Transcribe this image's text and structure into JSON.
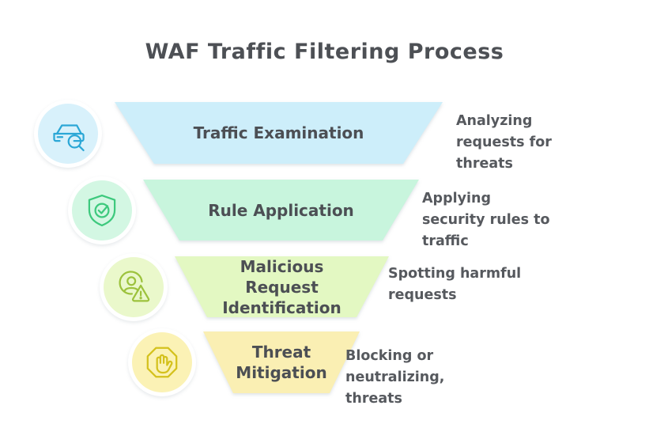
{
  "title": "WAF Traffic Filtering Process",
  "colors": {
    "background": "#ffffff",
    "title_text": "#4d5055",
    "stage_label_text": "#4c4f54",
    "note_text": "#56595e"
  },
  "stages": [
    {
      "label": "Traffic Examination",
      "icon": "car-search-icon",
      "fill": "#cdeefa",
      "icon_bg": "#d8f1fb",
      "icon_stroke": "#2ba7d6",
      "note_lines": [
        "Analyzing",
        "requests for",
        "threats"
      ]
    },
    {
      "label": "Rule Application",
      "icon": "shield-check-icon",
      "fill": "#c8f5dd",
      "icon_bg": "#d3f7e3",
      "icon_stroke": "#3dc97d",
      "note_lines": [
        "Applying",
        "security rules to",
        "traffic"
      ]
    },
    {
      "label": "Malicious Request Identification",
      "icon": "user-alert-icon",
      "fill": "#e3f8c2",
      "icon_bg": "#eaf8cb",
      "icon_stroke": "#9cc23c",
      "note_lines": [
        "Spotting harmful",
        "requests"
      ]
    },
    {
      "label": "Threat Mitigation",
      "icon": "stop-hand-icon",
      "fill": "#faefb3",
      "icon_bg": "#fbf2b5",
      "icon_stroke": "#d4c11d",
      "note_lines": [
        "Blocking or",
        "neutralizing,",
        "threats"
      ]
    }
  ]
}
